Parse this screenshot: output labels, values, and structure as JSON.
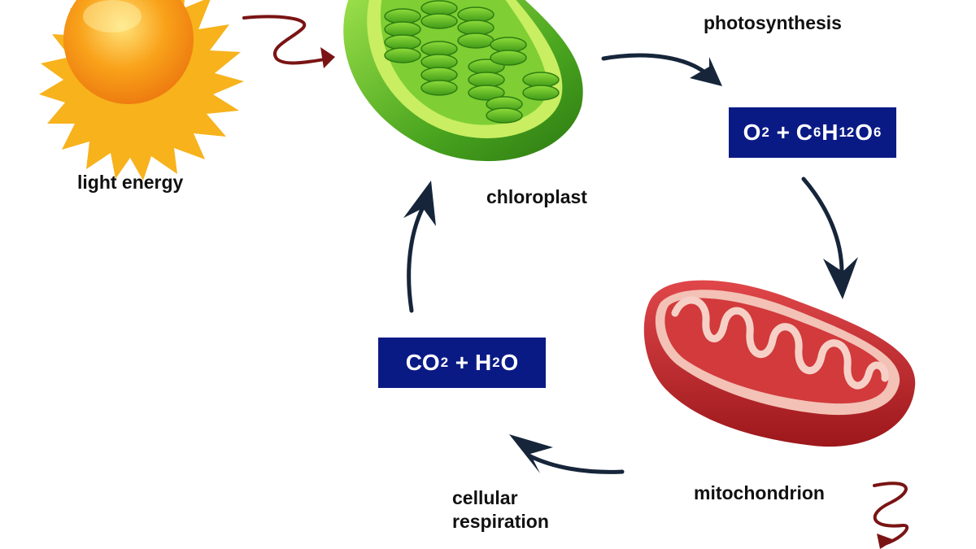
{
  "labels": {
    "light_energy": "light energy",
    "chloroplast": "chloroplast",
    "photosynthesis": "photosynthesis",
    "mitochondrion": "mitochondrion",
    "cellular": "cellular",
    "respiration": "respiration"
  },
  "formula_top": {
    "o": "O",
    "o_sub": "2",
    "plus": " + ",
    "c": "C",
    "c_sub": "6",
    "h": "H",
    "h_sub": "12",
    "o2": "O",
    "o2_sub": "6"
  },
  "formula_bottom": {
    "co": "CO",
    "co_sub": "2",
    "plus": " + ",
    "h": "H",
    "h_sub": "2",
    "o": "O"
  },
  "colors": {
    "formula_box": "#0a1a85",
    "cycle_arrow": "#16253a",
    "energy_arrow": "#7a1414",
    "chloroplast": "#5cb82a",
    "mitochondrion": "#c7262b",
    "sun": "#f7a21b"
  }
}
